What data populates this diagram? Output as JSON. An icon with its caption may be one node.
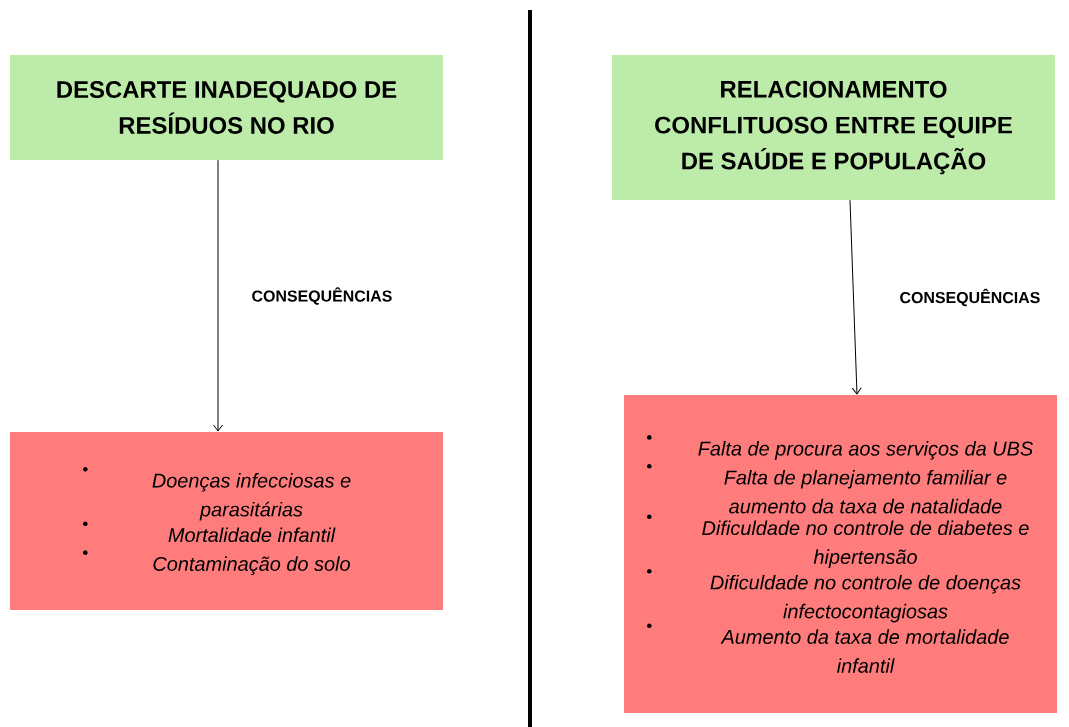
{
  "diagram": {
    "nodes": [
      {
        "text": [
          "DESCARTE INADEQUADO DE RESÍDUOS NO RIO"
        ]
      },
      {
        "text": [
          "Doenças infecciosas e parasitárias",
          "Mortalidade infantil",
          "Contaminação do solo"
        ]
      },
      {
        "text": [
          "RELACIONAMENTO CONFLITUOSO ENTRE EQUIPE DE SAÚDE E POPULAÇÃO"
        ]
      },
      {
        "text": [
          "Falta de procura aos serviços da UBS",
          "Falta de planejamento familiar e aumento da taxa de natalidade",
          "Dificuldade no controle de diabetes e hipertensão",
          "Dificuldade no controle de doenças infectocontagiosas",
          "Aumento da taxa de mortalidade infantil"
        ]
      }
    ],
    "edges": [
      {
        "from": 0,
        "to": 1,
        "arrow": "to",
        "label": "CONSEQUÊNCIAS"
      },
      {
        "from": 2,
        "to": 3,
        "arrow": "to",
        "label": "CONSEQUÊNCIAS"
      }
    ]
  }
}
